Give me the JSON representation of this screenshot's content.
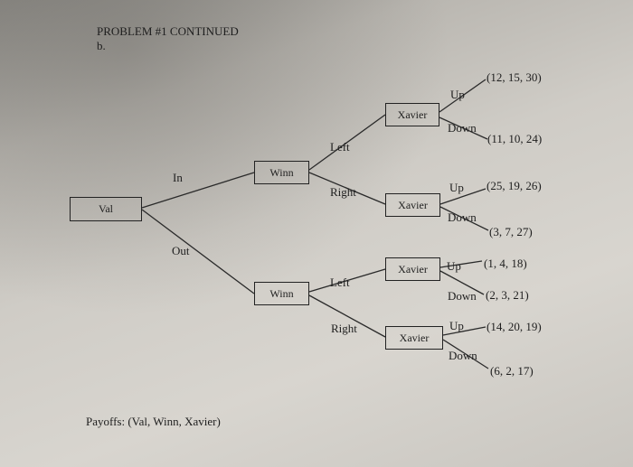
{
  "header": {
    "title": "PROBLEM #1 CONTINUED",
    "part": "b."
  },
  "nodes": {
    "val": "Val",
    "winn_top": "Winn",
    "winn_bottom": "Winn",
    "xavier_1": "Xavier",
    "xavier_2": "Xavier",
    "xavier_3": "Xavier",
    "xavier_4": "Xavier"
  },
  "branches": {
    "in": "In",
    "out": "Out",
    "left_1": "Left",
    "right_1": "Right",
    "left_2": "Left",
    "right_2": "Right",
    "up_1": "Up",
    "down_1": "Down",
    "up_2": "Up",
    "down_2": "Down",
    "up_3": "Up",
    "down_3": "Down",
    "up_4": "Up",
    "down_4": "Down"
  },
  "payoffs": [
    "(12, 15, 30)",
    "(11, 10, 24)",
    "(25, 19, 26)",
    "(3, 7, 27)",
    "(1, 4, 18)",
    "(2, 3, 21)",
    "(14, 20, 19)",
    "(6, 2, 17)"
  ],
  "legend": "Payoffs: (Val, Winn, Xavier)"
}
